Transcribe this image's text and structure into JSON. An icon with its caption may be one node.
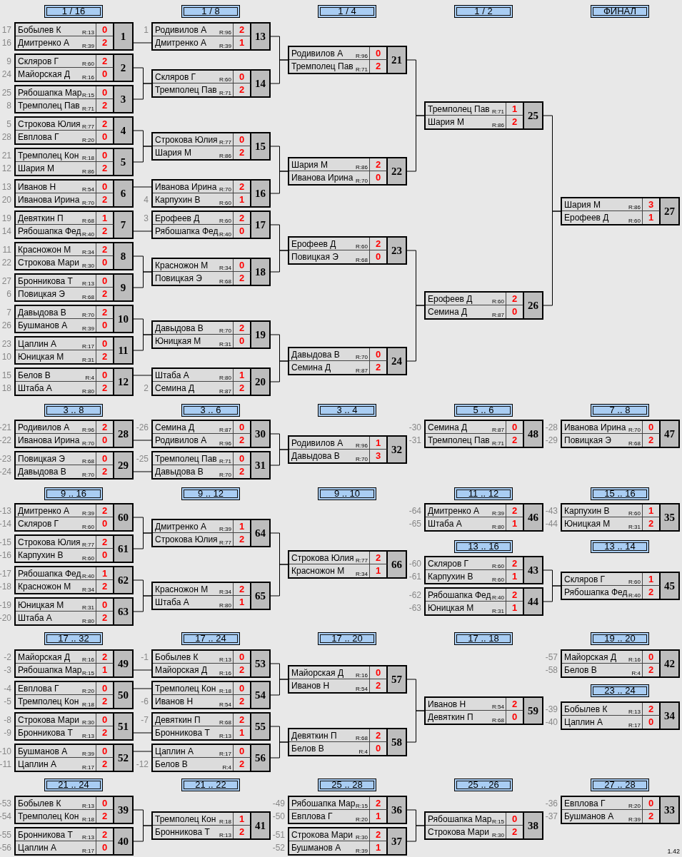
{
  "diagram": {
    "nodes": [
      {
        "text": [
          "1 / 16"
        ]
      },
      {
        "text": [
          "1 / 8"
        ]
      },
      {
        "text": [
          "1 / 4"
        ]
      },
      {
        "text": [
          "1 / 2"
        ]
      },
      {
        "text": [
          "ФИНАЛ"
        ]
      },
      {
        "text": [
          "1"
        ]
      },
      {
        "text": [
          "Бобылев К",
          "R:13",
          "0"
        ],
        "in": 5,
        "beside": [
          "17"
        ]
      },
      {
        "text": [
          "Дмитренко А",
          "R:39",
          "2"
        ],
        "in": 5,
        "beside": [
          "16"
        ]
      },
      {
        "text": [
          "2"
        ]
      },
      {
        "text": [
          "Скляров Г",
          "R:60",
          "2"
        ],
        "in": 8,
        "beside": [
          "9"
        ]
      },
      {
        "text": [
          "Майорская Д",
          "R:16",
          "0"
        ],
        "in": 8,
        "beside": [
          "24"
        ]
      },
      {
        "text": [
          "3"
        ]
      },
      {
        "text": [
          "Рябошапка Мар",
          "R:15",
          "0"
        ],
        "in": 11,
        "beside": [
          "25"
        ]
      },
      {
        "text": [
          "Тремполец Пав",
          "R:71",
          "2"
        ],
        "in": 11,
        "beside": [
          "8"
        ]
      },
      {
        "text": [
          "4"
        ]
      },
      {
        "text": [
          "Строкова Юлия",
          "R:77",
          "2"
        ],
        "in": 14,
        "beside": [
          "5"
        ]
      },
      {
        "text": [
          "Евплова Г",
          "R:20",
          "0"
        ],
        "in": 14,
        "beside": [
          "28"
        ]
      },
      {
        "text": [
          "5"
        ]
      },
      {
        "text": [
          "Тремполец Кон",
          "R:18",
          "0"
        ],
        "in": 17,
        "beside": [
          "21"
        ]
      },
      {
        "text": [
          "Шария М",
          "R:86",
          "2"
        ],
        "in": 17,
        "beside": [
          "12"
        ]
      },
      {
        "text": [
          "6"
        ]
      },
      {
        "text": [
          "Иванов Н",
          "R:54",
          "0"
        ],
        "in": 20,
        "beside": [
          "13"
        ]
      },
      {
        "text": [
          "Иванова Ирина",
          "R:70",
          "2"
        ],
        "in": 20,
        "beside": [
          "20"
        ]
      },
      {
        "text": [
          "7"
        ]
      },
      {
        "text": [
          "Девяткин П",
          "R:68",
          "1"
        ],
        "in": 23,
        "beside": [
          "19"
        ]
      },
      {
        "text": [
          "Рябошапка Фед",
          "R:40",
          "2"
        ],
        "in": 23,
        "beside": [
          "14"
        ]
      },
      {
        "text": [
          "8"
        ]
      },
      {
        "text": [
          "Красножон М",
          "R:34",
          "2"
        ],
        "in": 26,
        "beside": [
          "11"
        ]
      },
      {
        "text": [
          "Строкова Мари",
          "R:30",
          "0"
        ],
        "in": 26,
        "beside": [
          "22"
        ]
      },
      {
        "text": [
          "9"
        ]
      },
      {
        "text": [
          "Бронникова Т",
          "R:13",
          "0"
        ],
        "in": 29,
        "beside": [
          "27"
        ]
      },
      {
        "text": [
          "Повицкая Э",
          "R:68",
          "2"
        ],
        "in": 29,
        "beside": [
          "6"
        ]
      },
      {
        "text": [
          "10"
        ]
      },
      {
        "text": [
          "Давыдова В",
          "R:70",
          "2"
        ],
        "in": 32,
        "beside": [
          "7"
        ]
      },
      {
        "text": [
          "Бушманов А",
          "R:39",
          "0"
        ],
        "in": 32,
        "beside": [
          "26"
        ]
      },
      {
        "text": [
          "11"
        ]
      },
      {
        "text": [
          "Цаплин А",
          "R:17",
          "0"
        ],
        "in": 35,
        "beside": [
          "23"
        ]
      },
      {
        "text": [
          "Юницкая М",
          "R:31",
          "2"
        ],
        "in": 35,
        "beside": [
          "10"
        ]
      },
      {
        "text": [
          "12"
        ]
      },
      {
        "text": [
          "Белов В",
          "R:4",
          "0"
        ],
        "in": 38,
        "beside": [
          "15"
        ]
      },
      {
        "text": [
          "Штаба А",
          "R:80",
          "2"
        ],
        "in": 38,
        "beside": [
          "18"
        ]
      },
      {
        "text": [
          "13"
        ]
      },
      {
        "text": [
          "Родивилов А",
          "R:96",
          "2"
        ],
        "in": 41,
        "beside": [
          "1"
        ]
      },
      {
        "text": [
          "Дмитренко А",
          "R:39",
          "1"
        ],
        "in": 41
      },
      {
        "text": [
          "14"
        ]
      },
      {
        "text": [
          "Скляров Г",
          "R:60",
          "0"
        ],
        "in": 44
      },
      {
        "text": [
          "Тремполец Пав",
          "R:71",
          "2"
        ],
        "in": 44
      },
      {
        "text": [
          "15"
        ]
      },
      {
        "text": [
          "Строкова Юлия",
          "R:77",
          "0"
        ],
        "in": 47
      },
      {
        "text": [
          "Шария М",
          "R:86",
          "2"
        ],
        "in": 47
      },
      {
        "text": [
          "16"
        ]
      },
      {
        "text": [
          "Иванова Ирина",
          "R:70",
          "2"
        ],
        "in": 50
      },
      {
        "text": [
          "Карпухин В",
          "R:60",
          "1"
        ],
        "in": 50,
        "beside": [
          "4"
        ]
      },
      {
        "text": [
          "17"
        ]
      },
      {
        "text": [
          "Ерофеев Д",
          "R:60",
          "2"
        ],
        "in": 53,
        "beside": [
          "3"
        ]
      },
      {
        "text": [
          "Рябошапка Фед",
          "R:40",
          "0"
        ],
        "in": 53
      },
      {
        "text": [
          "18"
        ]
      },
      {
        "text": [
          "Красножон М",
          "R:34",
          "0"
        ],
        "in": 56
      },
      {
        "text": [
          "Повицкая Э",
          "R:68",
          "2"
        ],
        "in": 56
      },
      {
        "text": [
          "19"
        ]
      },
      {
        "text": [
          "Давыдова В",
          "R:70",
          "2"
        ],
        "in": 59
      },
      {
        "text": [
          "Юницкая М",
          "R:31",
          "0"
        ],
        "in": 59
      },
      {
        "text": [
          "20"
        ]
      },
      {
        "text": [
          "Штаба А",
          "R:80",
          "1"
        ],
        "in": 62
      },
      {
        "text": [
          "Семина Д",
          "R:87",
          "2"
        ],
        "in": 62,
        "beside": [
          "2"
        ]
      },
      {
        "text": [
          "21"
        ]
      },
      {
        "text": [
          "Родивилов А",
          "R:96",
          "0"
        ],
        "in": 65
      },
      {
        "text": [
          "Тремполец Пав",
          "R:71",
          "2"
        ],
        "in": 65
      },
      {
        "text": [
          "22"
        ]
      },
      {
        "text": [
          "Шария М",
          "R:86",
          "2"
        ],
        "in": 68
      },
      {
        "text": [
          "Иванова Ирина",
          "R:70",
          "0"
        ],
        "in": 68
      },
      {
        "text": [
          "23"
        ]
      },
      {
        "text": [
          "Ерофеев Д",
          "R:60",
          "2"
        ],
        "in": 71
      },
      {
        "text": [
          "Повицкая Э",
          "R:68",
          "0"
        ],
        "in": 71
      },
      {
        "text": [
          "24"
        ]
      },
      {
        "text": [
          "Давыдова В",
          "R:70",
          "0"
        ],
        "in": 74
      },
      {
        "text": [
          "Семина Д",
          "R:87",
          "2"
        ],
        "in": 74
      },
      {
        "text": [
          "25"
        ]
      },
      {
        "text": [
          "Тремполец Пав",
          "R:71",
          "1"
        ],
        "in": 77
      },
      {
        "text": [
          "Шария М",
          "R:86",
          "2"
        ],
        "in": 77
      },
      {
        "text": [
          "26"
        ]
      },
      {
        "text": [
          "Ерофеев Д",
          "R:60",
          "2"
        ],
        "in": 80
      },
      {
        "text": [
          "Семина Д",
          "R:87",
          "0"
        ],
        "in": 80
      },
      {
        "text": [
          "27"
        ]
      },
      {
        "text": [
          "Шария М",
          "R:86",
          "3"
        ],
        "in": 83
      },
      {
        "text": [
          "Ерофеев Д",
          "R:60",
          "1"
        ],
        "in": 83
      },
      {
        "text": [
          "3 .. 8"
        ]
      },
      {
        "text": [
          "3 .. 6"
        ]
      },
      {
        "text": [
          "3 .. 4"
        ]
      },
      {
        "text": [
          "5 .. 6"
        ]
      },
      {
        "text": [
          "7 .. 8"
        ]
      },
      {
        "text": [
          "28"
        ]
      },
      {
        "text": [
          "Родивилов А",
          "R:96",
          "2"
        ],
        "in": 91,
        "beside": [
          "-21"
        ]
      },
      {
        "text": [
          "Иванова Ирина",
          "R:70",
          "0"
        ],
        "in": 91,
        "beside": [
          "-22"
        ]
      },
      {
        "text": [
          "29"
        ]
      },
      {
        "text": [
          "Повицкая Э",
          "R:68",
          "0"
        ],
        "in": 94,
        "beside": [
          "-23"
        ]
      },
      {
        "text": [
          "Давыдова В",
          "R:70",
          "2"
        ],
        "in": 94,
        "beside": [
          "-24"
        ]
      },
      {
        "text": [
          "30"
        ]
      },
      {
        "text": [
          "Семина Д",
          "R:87",
          "0"
        ],
        "in": 97,
        "beside": [
          "-26"
        ]
      },
      {
        "text": [
          "Родивилов А",
          "R:96",
          "2"
        ],
        "in": 97
      },
      {
        "text": [
          "31"
        ]
      },
      {
        "text": [
          "Тремполец Пав",
          "R:71",
          "0"
        ],
        "in": 100,
        "beside": [
          "-25"
        ]
      },
      {
        "text": [
          "Давыдова В",
          "R:70",
          "2"
        ],
        "in": 100
      },
      {
        "text": [
          "32"
        ]
      },
      {
        "text": [
          "Родивилов А",
          "R:96",
          "1"
        ],
        "in": 103
      },
      {
        "text": [
          "Давыдова В",
          "R:70",
          "3"
        ],
        "in": 103
      },
      {
        "text": [
          "48"
        ]
      },
      {
        "text": [
          "Семина Д",
          "R:87",
          "0"
        ],
        "in": 106,
        "beside": [
          "-30"
        ]
      },
      {
        "text": [
          "Тремполец Пав",
          "R:71",
          "2"
        ],
        "in": 106,
        "beside": [
          "-31"
        ]
      },
      {
        "text": [
          "47"
        ]
      },
      {
        "text": [
          "Иванова Ирина",
          "R:70",
          "0"
        ],
        "in": 109,
        "beside": [
          "-28"
        ]
      },
      {
        "text": [
          "Повицкая Э",
          "R:68",
          "2"
        ],
        "in": 109,
        "beside": [
          "-29"
        ]
      },
      {
        "text": [
          "9 .. 16"
        ]
      },
      {
        "text": [
          "9 .. 12"
        ]
      },
      {
        "text": [
          "9 .. 10"
        ]
      },
      {
        "text": [
          "11 .. 12"
        ]
      },
      {
        "text": [
          "15 .. 16"
        ]
      },
      {
        "text": [
          "60"
        ]
      },
      {
        "text": [
          "Дмитренко А",
          "R:39",
          "2"
        ],
        "in": 117,
        "beside": [
          "-13"
        ]
      },
      {
        "text": [
          "Скляров Г",
          "R:60",
          "0"
        ],
        "in": 117,
        "beside": [
          "-14"
        ]
      },
      {
        "text": [
          "61"
        ]
      },
      {
        "text": [
          "Строкова Юлия",
          "R:77",
          "2"
        ],
        "in": 120,
        "beside": [
          "-15"
        ]
      },
      {
        "text": [
          "Карпухин В",
          "R:60",
          "0"
        ],
        "in": 120,
        "beside": [
          "-16"
        ]
      },
      {
        "text": [
          "62"
        ]
      },
      {
        "text": [
          "Рябошапка Фед",
          "R:40",
          "1"
        ],
        "in": 123,
        "beside": [
          "-17"
        ]
      },
      {
        "text": [
          "Красножон М",
          "R:34",
          "2"
        ],
        "in": 123,
        "beside": [
          "-18"
        ]
      },
      {
        "text": [
          "63"
        ]
      },
      {
        "text": [
          "Юницкая М",
          "R:31",
          "0"
        ],
        "in": 126,
        "beside": [
          "-19"
        ]
      },
      {
        "text": [
          "Штаба А",
          "R:80",
          "2"
        ],
        "in": 126,
        "beside": [
          "-20"
        ]
      },
      {
        "text": [
          "64"
        ]
      },
      {
        "text": [
          "Дмитренко А",
          "R:39",
          "1"
        ],
        "in": 129
      },
      {
        "text": [
          "Строкова Юлия",
          "R:77",
          "2"
        ],
        "in": 129
      },
      {
        "text": [
          "65"
        ]
      },
      {
        "text": [
          "Красножон М",
          "R:34",
          "2"
        ],
        "in": 132
      },
      {
        "text": [
          "Штаба А",
          "R:80",
          "1"
        ],
        "in": 132
      },
      {
        "text": [
          "66"
        ]
      },
      {
        "text": [
          "Строкова Юлия",
          "R:77",
          "2"
        ],
        "in": 135
      },
      {
        "text": [
          "Красножон М",
          "R:34",
          "1"
        ],
        "in": 135
      },
      {
        "text": [
          "46"
        ]
      },
      {
        "text": [
          "Дмитренко А",
          "R:39",
          "2"
        ],
        "in": 138,
        "beside": [
          "-64"
        ]
      },
      {
        "text": [
          "Штаба А",
          "R:80",
          "1"
        ],
        "in": 138,
        "beside": [
          "-65"
        ]
      },
      {
        "text": [
          "13 .. 16"
        ]
      },
      {
        "text": [
          "43"
        ]
      },
      {
        "text": [
          "Скляров Г",
          "R:60",
          "2"
        ],
        "in": 142,
        "beside": [
          "-60"
        ]
      },
      {
        "text": [
          "Карпухин В",
          "R:60",
          "1"
        ],
        "in": 142,
        "beside": [
          "-61"
        ]
      },
      {
        "text": [
          "44"
        ]
      },
      {
        "text": [
          "Рябошапка Фед",
          "R:40",
          "2"
        ],
        "in": 145,
        "beside": [
          "-62"
        ]
      },
      {
        "text": [
          "Юницкая М",
          "R:31",
          "1"
        ],
        "in": 145,
        "beside": [
          "-63"
        ]
      },
      {
        "text": [
          "35"
        ]
      },
      {
        "text": [
          "Карпухин В",
          "R:60",
          "1"
        ],
        "in": 148,
        "beside": [
          "-43"
        ]
      },
      {
        "text": [
          "Юницкая М",
          "R:31",
          "2"
        ],
        "in": 148,
        "beside": [
          "-44"
        ]
      },
      {
        "text": [
          "13 .. 14"
        ]
      },
      {
        "text": [
          "45"
        ]
      },
      {
        "text": [
          "Скляров Г",
          "R:60",
          "1"
        ],
        "in": 152
      },
      {
        "text": [
          "Рябошапка Фед",
          "R:40",
          "2"
        ],
        "in": 152
      },
      {
        "text": [
          "17 .. 32"
        ]
      },
      {
        "text": [
          "17 .. 24"
        ]
      },
      {
        "text": [
          "17 .. 20"
        ]
      },
      {
        "text": [
          "17 .. 18"
        ]
      },
      {
        "text": [
          "19 .. 20"
        ]
      },
      {
        "text": [
          "49"
        ]
      },
      {
        "text": [
          "Майорская Д",
          "R:16",
          "2"
        ],
        "in": 160,
        "beside": [
          "-2"
        ]
      },
      {
        "text": [
          "Рябошапка Мар",
          "R:15",
          "1"
        ],
        "in": 160,
        "beside": [
          "-3"
        ]
      },
      {
        "text": [
          "50"
        ]
      },
      {
        "text": [
          "Евплова Г",
          "R:20",
          "0"
        ],
        "in": 163,
        "beside": [
          "-4"
        ]
      },
      {
        "text": [
          "Тремполец Кон",
          "R:18",
          "2"
        ],
        "in": 163,
        "beside": [
          "-5"
        ]
      },
      {
        "text": [
          "51"
        ]
      },
      {
        "text": [
          "Строкова Мари",
          "R:30",
          "0"
        ],
        "in": 166,
        "beside": [
          "-8"
        ]
      },
      {
        "text": [
          "Бронникова Т",
          "R:13",
          "2"
        ],
        "in": 166,
        "beside": [
          "-9"
        ]
      },
      {
        "text": [
          "52"
        ]
      },
      {
        "text": [
          "Бушманов А",
          "R:39",
          "0"
        ],
        "in": 169,
        "beside": [
          "-10"
        ]
      },
      {
        "text": [
          "Цаплин А",
          "R:17",
          "2"
        ],
        "in": 169,
        "beside": [
          "-11"
        ]
      },
      {
        "text": [
          "53"
        ]
      },
      {
        "text": [
          "Бобылев К",
          "R:13",
          "0"
        ],
        "in": 172,
        "beside": [
          "-1"
        ]
      },
      {
        "text": [
          "Майорская Д",
          "R:16",
          "2"
        ],
        "in": 172
      },
      {
        "text": [
          "54"
        ]
      },
      {
        "text": [
          "Тремполец Кон",
          "R:18",
          "0"
        ],
        "in": 175
      },
      {
        "text": [
          "Иванов Н",
          "R:54",
          "2"
        ],
        "in": 175,
        "beside": [
          "-6"
        ]
      },
      {
        "text": [
          "55"
        ]
      },
      {
        "text": [
          "Девяткин П",
          "R:68",
          "2"
        ],
        "in": 178,
        "beside": [
          "-7"
        ]
      },
      {
        "text": [
          "Бронникова Т",
          "R:13",
          "1"
        ],
        "in": 178
      },
      {
        "text": [
          "56"
        ]
      },
      {
        "text": [
          "Цаплин А",
          "R:17",
          "0"
        ],
        "in": 181
      },
      {
        "text": [
          "Белов В",
          "R:4",
          "2"
        ],
        "in": 181,
        "beside": [
          "-12"
        ]
      },
      {
        "text": [
          "57"
        ]
      },
      {
        "text": [
          "Майорская Д",
          "R:16",
          "0"
        ],
        "in": 184
      },
      {
        "text": [
          "Иванов Н",
          "R:54",
          "2"
        ],
        "in": 184
      },
      {
        "text": [
          "58"
        ]
      },
      {
        "text": [
          "Девяткин П",
          "R:68",
          "2"
        ],
        "in": 187
      },
      {
        "text": [
          "Белов В",
          "R:4",
          "0"
        ],
        "in": 187
      },
      {
        "text": [
          "59"
        ]
      },
      {
        "text": [
          "Иванов Н",
          "R:54",
          "2"
        ],
        "in": 190
      },
      {
        "text": [
          "Девяткин П",
          "R:68",
          "0"
        ],
        "in": 190
      },
      {
        "text": [
          "42"
        ]
      },
      {
        "text": [
          "Майорская Д",
          "R:16",
          "0"
        ],
        "in": 193,
        "beside": [
          "-57"
        ]
      },
      {
        "text": [
          "Белов В",
          "R:4",
          "2"
        ],
        "in": 193,
        "beside": [
          "-58"
        ]
      },
      {
        "text": [
          "23 .. 24"
        ]
      },
      {
        "text": [
          "34"
        ]
      },
      {
        "text": [
          "Бобылев К",
          "R:13",
          "2"
        ],
        "in": 197,
        "beside": [
          "-39"
        ]
      },
      {
        "text": [
          "Цаплин А",
          "R:17",
          "0"
        ],
        "in": 197,
        "beside": [
          "-40"
        ]
      },
      {
        "text": [
          "21 .. 24"
        ]
      },
      {
        "text": [
          "21 .. 22"
        ]
      },
      {
        "text": [
          "25 .. 28"
        ]
      },
      {
        "text": [
          "25 .. 26"
        ]
      },
      {
        "text": [
          "27 .. 28"
        ]
      },
      {
        "text": [
          "39"
        ]
      },
      {
        "text": [
          "Бобылев К",
          "R:13",
          "0"
        ],
        "in": 205,
        "beside": [
          "-53"
        ]
      },
      {
        "text": [
          "Тремполец Кон",
          "R:18",
          "2"
        ],
        "in": 205,
        "beside": [
          "-54"
        ]
      },
      {
        "text": [
          "40"
        ]
      },
      {
        "text": [
          "Бронникова Т",
          "R:13",
          "2"
        ],
        "in": 208,
        "beside": [
          "-55"
        ]
      },
      {
        "text": [
          "Цаплин А",
          "R:17",
          "0"
        ],
        "in": 208,
        "beside": [
          "-56"
        ]
      },
      {
        "text": [
          "41"
        ]
      },
      {
        "text": [
          "Тремполец Кон",
          "R:18",
          "1"
        ],
        "in": 211
      },
      {
        "text": [
          "Бронникова Т",
          "R:13",
          "2"
        ],
        "in": 211
      },
      {
        "text": [
          "36"
        ]
      },
      {
        "text": [
          "Рябошапка Мар",
          "R:15",
          "2"
        ],
        "in": 214,
        "beside": [
          "-49"
        ]
      },
      {
        "text": [
          "Евплова Г",
          "R:20",
          "1"
        ],
        "in": 214,
        "beside": [
          "-50"
        ]
      },
      {
        "text": [
          "37"
        ]
      },
      {
        "text": [
          "Строкова Мари",
          "R:30",
          "2"
        ],
        "in": 217,
        "beside": [
          "-51"
        ]
      },
      {
        "text": [
          "Бушманов А",
          "R:39",
          "1"
        ],
        "in": 217,
        "beside": [
          "-52"
        ]
      },
      {
        "text": [
          "38"
        ]
      },
      {
        "text": [
          "Рябошапка Мар",
          "R:15",
          "0"
        ],
        "in": 220
      },
      {
        "text": [
          "Строкова Мари",
          "R:30",
          "2"
        ],
        "in": 220
      },
      {
        "text": [
          "33"
        ]
      },
      {
        "text": [
          "Евплова Г",
          "R:20",
          "0"
        ],
        "in": 223,
        "beside": [
          "-36"
        ]
      },
      {
        "text": [
          "Бушманов А",
          "R:39",
          "2"
        ],
        "in": 223,
        "beside": [
          "-37"
        ]
      }
    ],
    "edges": [
      {
        "from": 5,
        "to": 41,
        "arrow": "none"
      },
      {
        "from": 8,
        "to": 44,
        "arrow": "none"
      },
      {
        "from": 11,
        "to": 44,
        "arrow": "none"
      },
      {
        "from": 14,
        "to": 47,
        "arrow": "none"
      },
      {
        "from": 17,
        "to": 47,
        "arrow": "none"
      },
      {
        "from": 20,
        "to": 50,
        "arrow": "none"
      },
      {
        "from": 23,
        "to": 53,
        "arrow": "none"
      },
      {
        "from": 26,
        "to": 56,
        "arrow": "none"
      },
      {
        "from": 29,
        "to": 56,
        "arrow": "none"
      },
      {
        "from": 32,
        "to": 59,
        "arrow": "none"
      },
      {
        "from": 35,
        "to": 59,
        "arrow": "none"
      },
      {
        "from": 38,
        "to": 62,
        "arrow": "none"
      },
      {
        "from": 41,
        "to": 65,
        "arrow": "none"
      },
      {
        "from": 44,
        "to": 65,
        "arrow": "none"
      },
      {
        "from": 47,
        "to": 68,
        "arrow": "none"
      },
      {
        "from": 50,
        "to": 68,
        "arrow": "none"
      },
      {
        "from": 53,
        "to": 71,
        "arrow": "none"
      },
      {
        "from": 56,
        "to": 71,
        "arrow": "none"
      },
      {
        "from": 59,
        "to": 74,
        "arrow": "none"
      },
      {
        "from": 62,
        "to": 74,
        "arrow": "none"
      },
      {
        "from": 65,
        "to": 77,
        "arrow": "none"
      },
      {
        "from": 68,
        "to": 77,
        "arrow": "none"
      },
      {
        "from": 71,
        "to": 80,
        "arrow": "none"
      },
      {
        "from": 74,
        "to": 80,
        "arrow": "none"
      },
      {
        "from": 77,
        "to": 83,
        "arrow": "none"
      },
      {
        "from": 80,
        "to": 83,
        "arrow": "none"
      },
      {
        "from": 91,
        "to": 97,
        "arrow": "none"
      },
      {
        "from": 94,
        "to": 100,
        "arrow": "none"
      },
      {
        "from": 97,
        "to": 103,
        "arrow": "none"
      },
      {
        "from": 100,
        "to": 103,
        "arrow": "none"
      },
      {
        "from": 117,
        "to": 129,
        "arrow": "none"
      },
      {
        "from": 120,
        "to": 129,
        "arrow": "none"
      },
      {
        "from": 123,
        "to": 132,
        "arrow": "none"
      },
      {
        "from": 126,
        "to": 132,
        "arrow": "none"
      },
      {
        "from": 129,
        "to": 135,
        "arrow": "none"
      },
      {
        "from": 132,
        "to": 135,
        "arrow": "none"
      },
      {
        "from": 142,
        "to": 152,
        "arrow": "none"
      },
      {
        "from": 145,
        "to": 152,
        "arrow": "none"
      },
      {
        "from": 160,
        "to": 172,
        "arrow": "none"
      },
      {
        "from": 163,
        "to": 175,
        "arrow": "none"
      },
      {
        "from": 166,
        "to": 178,
        "arrow": "none"
      },
      {
        "from": 169,
        "to": 181,
        "arrow": "none"
      },
      {
        "from": 172,
        "to": 184,
        "arrow": "none"
      },
      {
        "from": 175,
        "to": 184,
        "arrow": "none"
      },
      {
        "from": 178,
        "to": 187,
        "arrow": "none"
      },
      {
        "from": 181,
        "to": 187,
        "arrow": "none"
      },
      {
        "from": 184,
        "to": 190,
        "arrow": "none"
      },
      {
        "from": 187,
        "to": 190,
        "arrow": "none"
      },
      {
        "from": 205,
        "to": 211,
        "arrow": "none"
      },
      {
        "from": 208,
        "to": 211,
        "arrow": "none"
      },
      {
        "from": 214,
        "to": 220,
        "arrow": "none"
      },
      {
        "from": 217,
        "to": 220,
        "arrow": "none"
      }
    ],
    "labels": [
      "1.42"
    ]
  }
}
